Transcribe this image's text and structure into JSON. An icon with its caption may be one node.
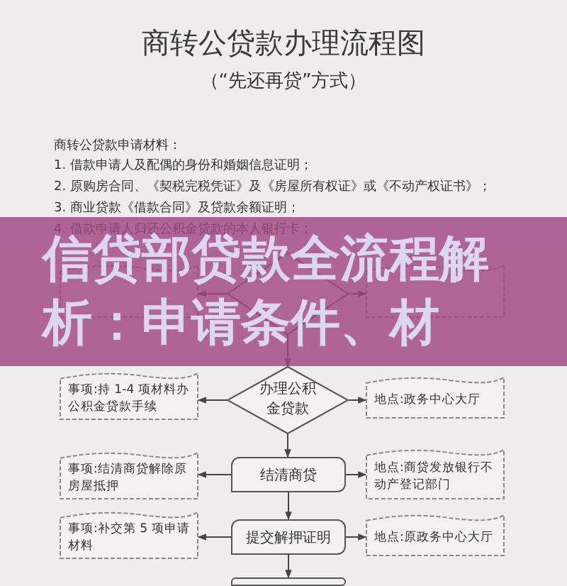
{
  "diagram": {
    "title": "商转公贷款办理流程图",
    "nodes": [
      {
        "text": [],
        "shape": "box"
      },
      {
        "text": [],
        "shape": "diamond"
      },
      {
        "text": [],
        "shape": "box"
      },
      {
        "text": [
          "办理公积金贷款"
        ]
      },
      {
        "text": [
          "事项:持 1-4 项材料办公积金贷款手续"
        ]
      },
      {
        "text": [
          "地点:政务中心大厅"
        ]
      },
      {
        "text": [
          "结清商贷"
        ]
      },
      {
        "text": [
          "事项:结清商贷解除原房屋抵押"
        ]
      },
      {
        "text": [
          "地点:商贷发放银行不动产登记部门"
        ]
      },
      {
        "text": [
          "提交解押证明"
        ]
      },
      {
        "text": [
          "事项:补交第 5 项申请材料"
        ]
      },
      {
        "text": [
          "地点:原政务中心大厅"
        ]
      },
      {
        "text": [],
        "shape": "box"
      }
    ],
    "edges": [
      {
        "from": 1,
        "to": 0,
        "arrow": "to"
      },
      {
        "from": 1,
        "to": 2,
        "arrow": "to"
      },
      {
        "from": 1,
        "to": 3,
        "arrow": "to"
      },
      {
        "from": 3,
        "to": 4,
        "arrow": "to"
      },
      {
        "from": 3,
        "to": 5,
        "arrow": "to"
      },
      {
        "from": 3,
        "to": 6,
        "arrow": "to"
      },
      {
        "from": 6,
        "to": 7,
        "arrow": "to"
      },
      {
        "from": 6,
        "to": 8,
        "arrow": "to"
      },
      {
        "from": 6,
        "to": 9,
        "arrow": "to"
      },
      {
        "from": 9,
        "to": 10,
        "arrow": "to"
      },
      {
        "from": 9,
        "to": 11,
        "arrow": "to"
      },
      {
        "from": 9,
        "to": 12,
        "arrow": "to"
      }
    ],
    "labels": [
      "（“先还再贷”方式）",
      "商转公贷款申请材料：",
      "1. 借款申请人及配偶的身份和婚姻信息证明；",
      "2. 原购房合同、《契税完税凭证》及《房屋所有权证》或《不动产权证书》；",
      "3. 商业贷款《借款合同》及贷款余额证明；",
      "4. 借款申请人归还公积金贷款的本人银行卡；",
      "信贷部贷款全流程解析：申请条件、材"
    ]
  }
}
